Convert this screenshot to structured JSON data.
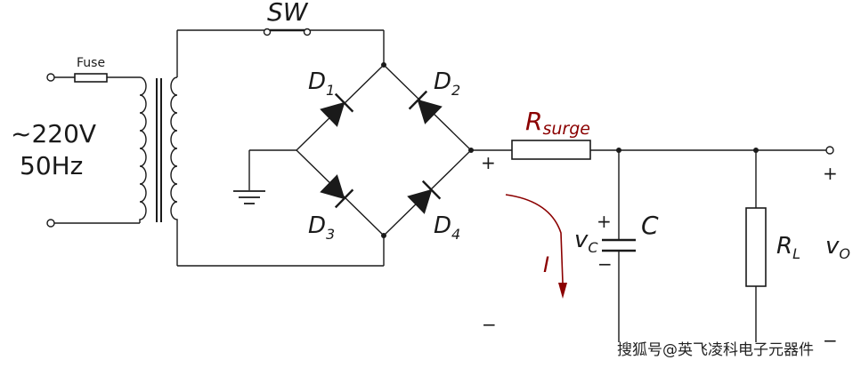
{
  "labels": {
    "switch": "SW",
    "fuse": "Fuse",
    "source_voltage": "~220V",
    "source_freq": "50Hz",
    "d1_main": "D",
    "d1_sub": "1",
    "d2_main": "D",
    "d2_sub": "2",
    "d3_main": "D",
    "d3_sub": "3",
    "d4_main": "D",
    "d4_sub": "4",
    "rsurge_main": "R",
    "rsurge_sub": "surge",
    "current": "I",
    "vc_main": "v",
    "vc_sub": "C",
    "capacitor": "C",
    "rl_main": "R",
    "rl_sub": "L",
    "vo_main": "v",
    "vo_sub": "O",
    "plus": "+",
    "minus": "−"
  },
  "watermark": "搜狐号@英飞凌科电子元器件",
  "colors": {
    "wire": "#1a1a1a",
    "accent": "#8b0000"
  }
}
